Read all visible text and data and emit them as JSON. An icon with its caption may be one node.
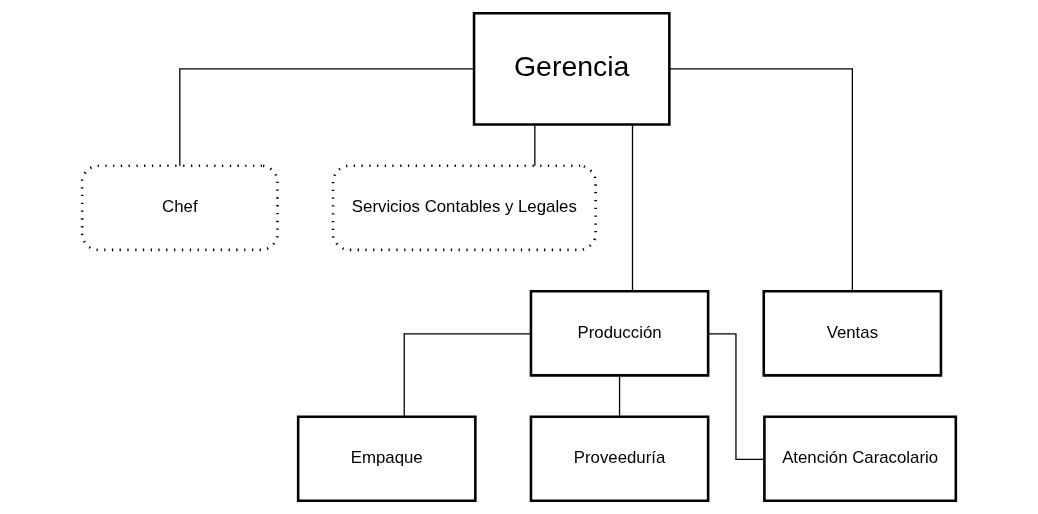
{
  "diagram": {
    "nodes": [
      {
        "text": [
          "Gerencia"
        ]
      },
      {
        "text": [
          "Chef"
        ]
      },
      {
        "text": [
          "Servicios Contables y Legales"
        ]
      },
      {
        "text": [
          "Producción"
        ]
      },
      {
        "text": [
          "Ventas"
        ]
      },
      {
        "text": [
          "Empaque"
        ]
      },
      {
        "text": [
          "Proveeduría"
        ]
      },
      {
        "text": [
          "Atención Caracolario"
        ]
      }
    ],
    "edges": [
      {
        "from": 0,
        "to": 1,
        "arrow": "none"
      },
      {
        "from": 0,
        "to": 2,
        "arrow": "none"
      },
      {
        "from": 0,
        "to": 3,
        "arrow": "none"
      },
      {
        "from": 0,
        "to": 4,
        "arrow": "none"
      },
      {
        "from": 3,
        "to": 5,
        "arrow": "none"
      },
      {
        "from": 3,
        "to": 6,
        "arrow": "none"
      },
      {
        "from": 3,
        "to": 7,
        "arrow": "none"
      }
    ]
  }
}
